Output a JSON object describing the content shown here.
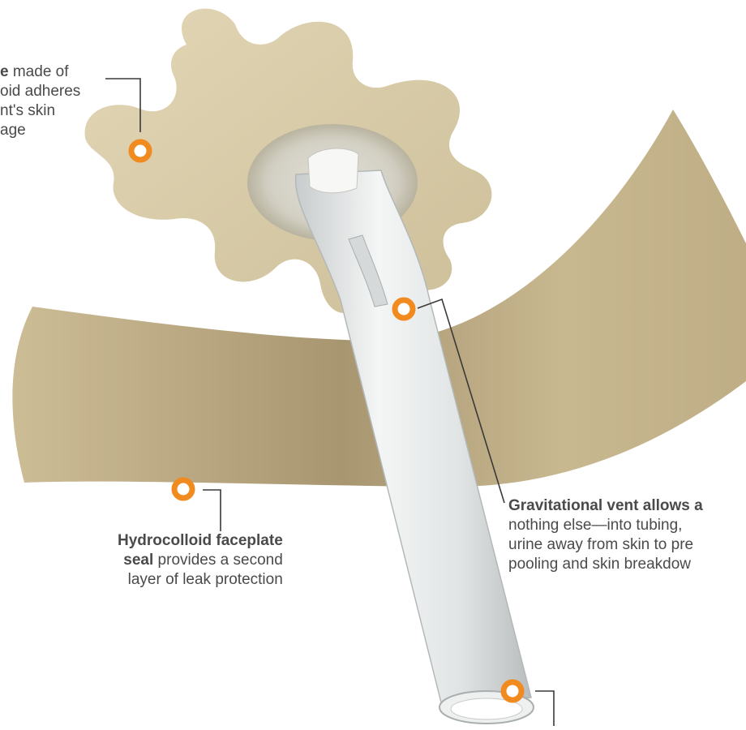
{
  "colors": {
    "faceplate": "#d9cba6",
    "faceplate_shadow": "#b8a67c",
    "tube": "#e9ecec",
    "marker": "#f18a1f",
    "leader": "#3a3a3a",
    "text": "#4a4a4a"
  },
  "callouts": {
    "adhesive": {
      "line1_bold": "e",
      "line1_rest": " made of",
      "line2": "oid adheres",
      "line3": "nt's skin",
      "line4": "age"
    },
    "seal": {
      "line1_bold": "Hydrocolloid faceplate",
      "line2_bold": "seal",
      "line2_rest": " provides a second",
      "line3": "layer of leak protection"
    },
    "vent": {
      "line1_bold": "Gravitational vent allows a",
      "line2": "nothing else—into tubing,",
      "line3": "urine away from skin to pre",
      "line4": "pooling and skin breakdow"
    }
  },
  "markers": [
    "adhesive-marker-icon",
    "vent-marker-icon",
    "seal-marker-icon",
    "tube-outlet-marker-icon"
  ]
}
